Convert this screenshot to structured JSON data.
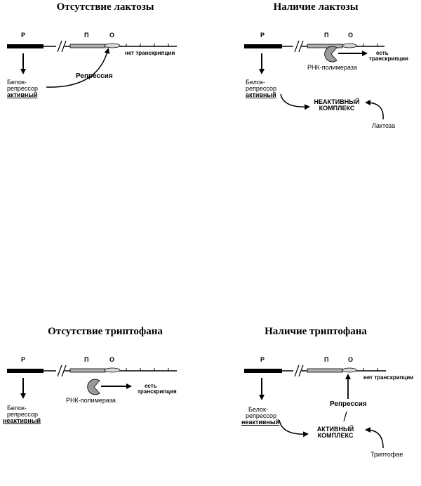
{
  "colors": {
    "ink": "#000000",
    "gene_fill": "#b0b0b0",
    "polymerase_fill": "#9a9a9a"
  },
  "icons": {
    "polymerase": "pacman-shape",
    "arrow": "arrowhead"
  },
  "panels": [
    {
      "title": "Отсутствие лактозы",
      "gene_p": "Р",
      "gene_pi": "П",
      "gene_o": "О",
      "status": "нет транскрипции",
      "repressor_l1": "Белок-",
      "repressor_l2": "репрессор",
      "repressor_state": "активный",
      "repression": "Репрессия"
    },
    {
      "title": "Наличие лактозы",
      "gene_p": "Р",
      "gene_pi": "П",
      "gene_o": "О",
      "status_l1": "есть",
      "status_l2": "транскрипции",
      "polymerase": "РНК-полимераза",
      "repressor_l1": "Белок-",
      "repressor_l2": "репрессор",
      "repressor_state": "активный",
      "complex_l1": "НЕАКТИВНЫЙ",
      "complex_l2": "КОМПЛЕКС",
      "inducer": "Лактоза"
    },
    {
      "title": "Отсутствие триптофана",
      "gene_p": "Р",
      "gene_pi": "П",
      "gene_o": "О",
      "status_l1": "есть",
      "status_l2": "транскрипция",
      "polymerase": "РНК-полимераза",
      "repressor_l1": "Белок-",
      "repressor_l2": "репрессор",
      "repressor_state": "неактивный"
    },
    {
      "title": "Наличие триптофана",
      "gene_p": "Р",
      "gene_pi": "П",
      "gene_o": "О",
      "status": "нет транскрипции",
      "repressor_l1": "Белок-",
      "repressor_l2": "репрессор",
      "repressor_state": "неактивный",
      "repression": "Репрессия",
      "complex_l1": "АКТИВНЫЙ",
      "complex_l2": "КОМПЛЕКС",
      "inducer": "Триптофае"
    }
  ]
}
